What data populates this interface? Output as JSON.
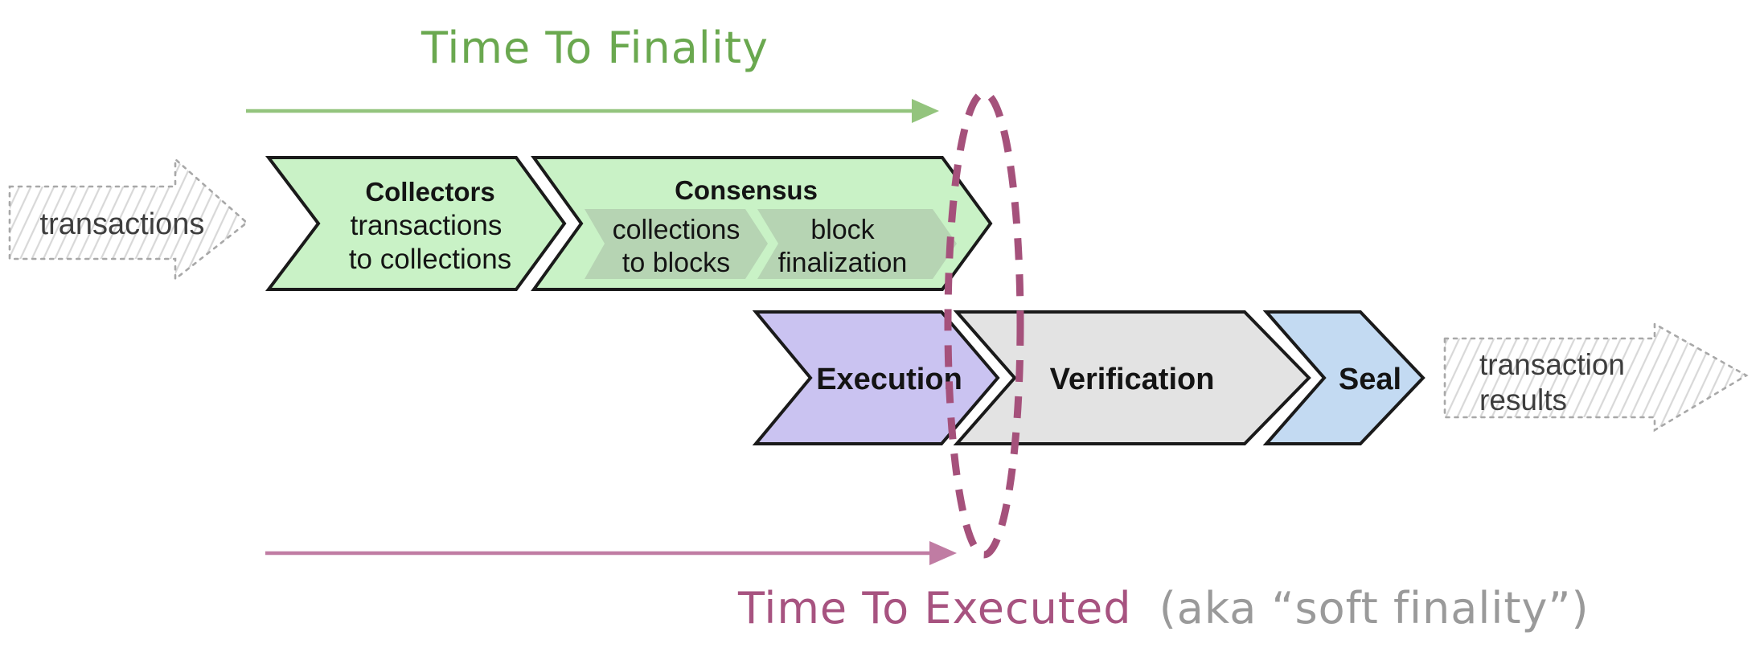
{
  "titles": {
    "finality": "Time To Finality",
    "executed": "Time To Executed",
    "executed_suffix": "(aka “soft finality”)"
  },
  "io": {
    "input_label": "transactions",
    "output_line1": "transaction",
    "output_line2": "results"
  },
  "stages": {
    "collectors": {
      "title": "Collectors",
      "line1": "transactions",
      "line2": "to collections"
    },
    "consensus": {
      "title": "Consensus",
      "collections_to_blocks": {
        "line1": "collections",
        "line2": "to blocks"
      },
      "block_finalization": {
        "line1": "block",
        "line2": "finalization"
      }
    },
    "execution": {
      "title": "Execution"
    },
    "verification": {
      "title": "Verification"
    },
    "seal": {
      "title": "Seal"
    }
  },
  "colors": {
    "finality_text": "#6aa84f",
    "finality_arrow": "#93c47d",
    "executed_text": "#a75380",
    "executed_suffix_text": "#9a9a9a",
    "executed_arrow": "#c07ca3",
    "boundary_ellipse": "#a5517b",
    "stage_green": "#c9f2c6",
    "stage_sub_green": "#b6d4b3",
    "stage_purple": "#cac3f1",
    "stage_gray": "#e3e3e3",
    "stage_blue": "#c3daf2",
    "stage_outline": "#1a1a1a",
    "label_text": "#141414",
    "sketch_text": "#3d3d3d",
    "sketch_hatch": "#d8d8d8",
    "sketch_border": "#a8a8a8",
    "background": "#ffffff"
  }
}
